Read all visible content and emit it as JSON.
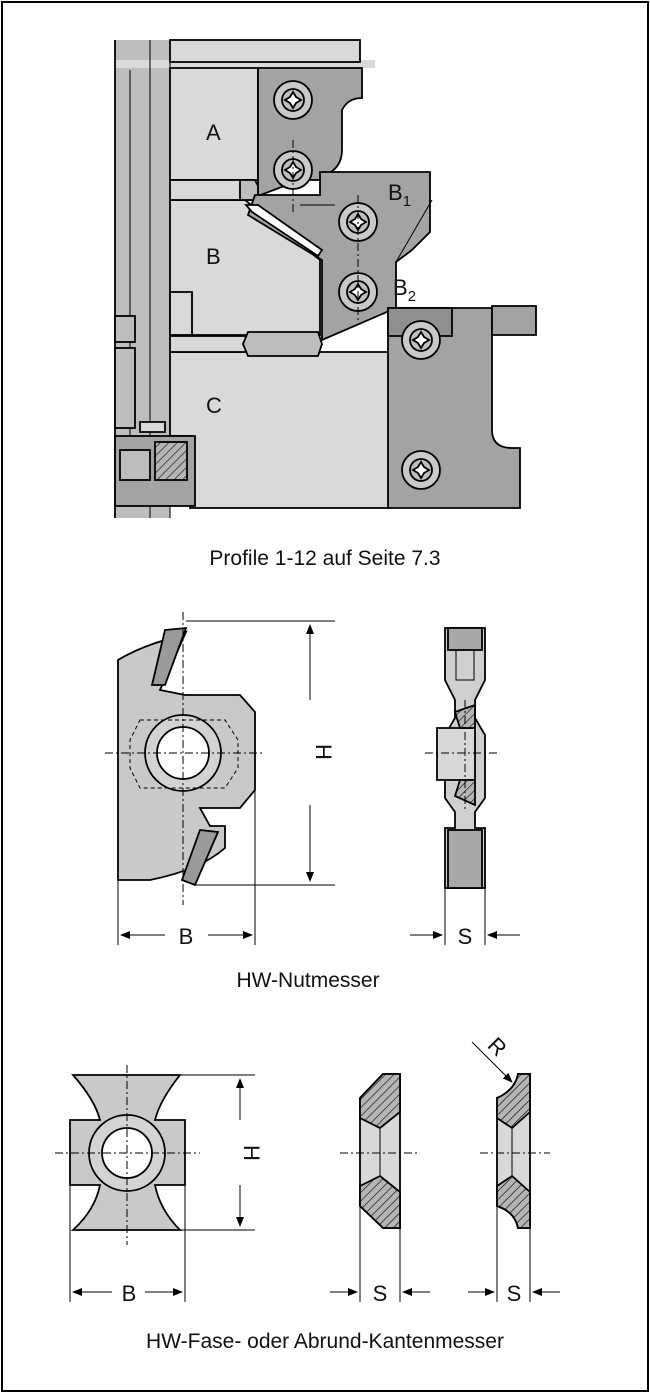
{
  "assembly": {
    "labels": {
      "a": "A",
      "b": "B",
      "c": "C",
      "b1_main": "B",
      "b1_sub": "1",
      "b2_main": "B",
      "b2_sub": "2"
    },
    "caption": "Profile 1-12 auf Seite 7.3"
  },
  "nutmesser": {
    "dim_h": "H",
    "dim_b": "B",
    "dim_s": "S",
    "caption": "HW-Nutmesser"
  },
  "kantenmesser": {
    "dim_h": "H",
    "dim_b": "B",
    "dim_s_fase": "S",
    "dim_s_abrund": "S",
    "dim_r": "R",
    "caption": "HW-Fase- oder Abrund-Kantenmesser"
  }
}
